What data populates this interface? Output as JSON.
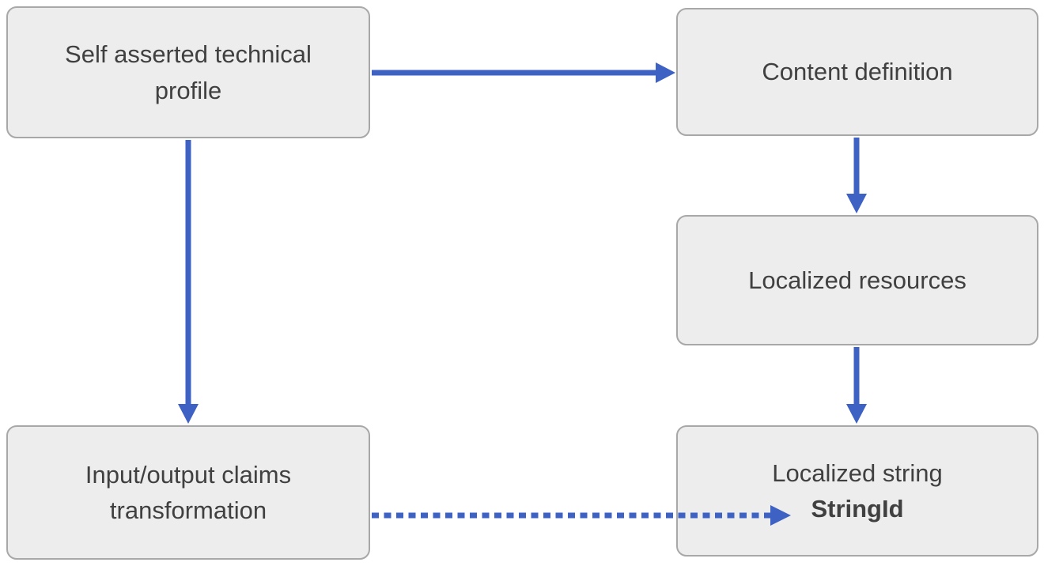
{
  "diagram": {
    "description": "Flow diagram of self-asserted technical profile localization",
    "nodes": [
      {
        "id": "self-asserted-technical-profile",
        "lines": [
          "Self asserted technical",
          "profile"
        ]
      },
      {
        "id": "content-definition",
        "lines": [
          "Content definition"
        ]
      },
      {
        "id": "localized-resources",
        "lines": [
          "Localized resources"
        ]
      },
      {
        "id": "input-output-claims-transformation",
        "lines": [
          "Input/output claims",
          "transformation"
        ]
      },
      {
        "id": "localized-string",
        "lines": [
          "Localized string",
          "StringId"
        ],
        "bold_line_index": 1
      }
    ],
    "edges": [
      {
        "from": "self-asserted-technical-profile",
        "to": "content-definition",
        "style": "solid"
      },
      {
        "from": "self-asserted-technical-profile",
        "to": "input-output-claims-transformation",
        "style": "solid"
      },
      {
        "from": "content-definition",
        "to": "localized-resources",
        "style": "solid"
      },
      {
        "from": "localized-resources",
        "to": "localized-string",
        "style": "solid"
      },
      {
        "from": "input-output-claims-transformation",
        "to": "localized-string",
        "style": "dashed"
      }
    ],
    "colors": {
      "arrow": "#3D62C4",
      "box_fill": "#EDEDED",
      "box_border": "#A8A8A8",
      "text": "#404040",
      "background": "#FFFFFF"
    }
  }
}
